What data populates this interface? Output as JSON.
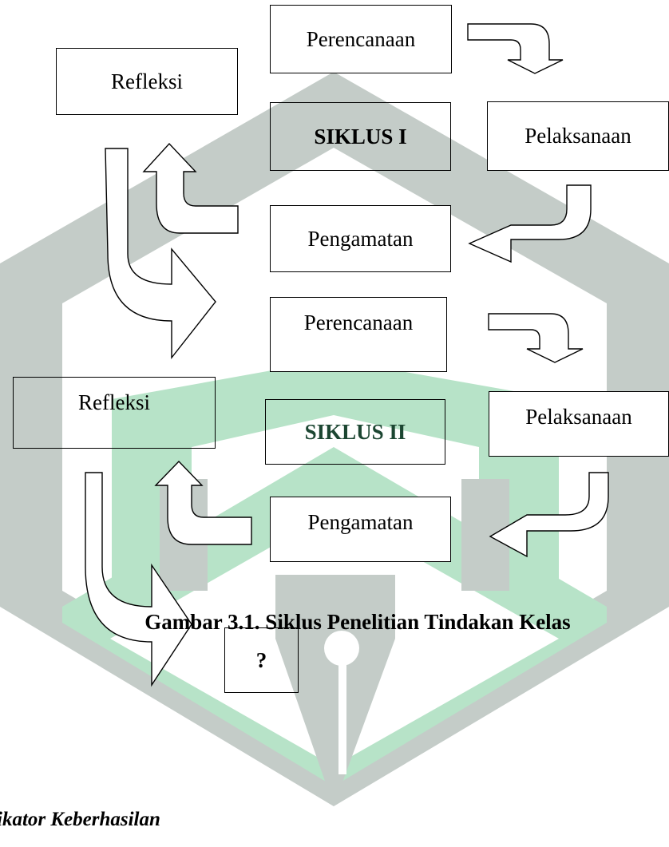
{
  "cycle1": {
    "title": "SIKLUS I",
    "planning": "Perencanaan",
    "action": "Pelaksanaan",
    "observation": "Pengamatan",
    "reflection": "Refleksi"
  },
  "cycle2": {
    "title": "SIKLUS II",
    "planning": "Perencanaan",
    "action": "Pelaksanaan",
    "observation": "Pengamatan",
    "reflection": "Refleksi"
  },
  "next_step": "?",
  "caption": "Gambar 3.1. Siklus Penelitian Tindakan Kelas",
  "next_section_title": "ikator Keberhasilan",
  "colors": {
    "watermark_grey": "#c4ccc8",
    "watermark_green": "#b7e3c8",
    "siklus2_text": "#1c4632"
  },
  "watermark_icon": "university-logo-watermark"
}
